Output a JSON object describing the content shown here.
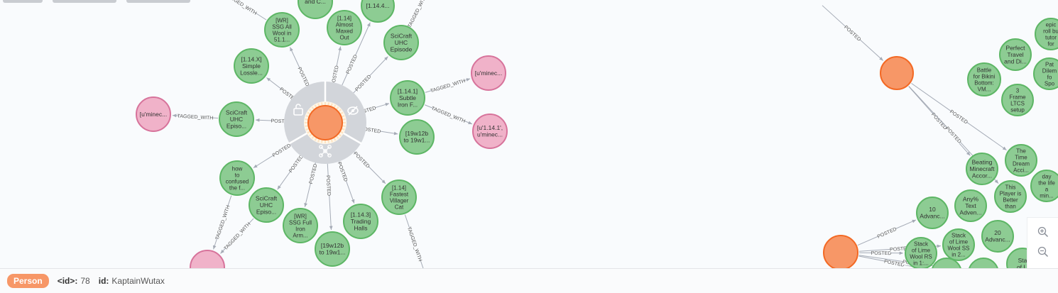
{
  "colors": {
    "person": "#f79767",
    "person_border": "#f36924",
    "video": "#8dcc93",
    "video_border": "#5db665",
    "tag": "#f0b2c9",
    "tag_border": "#d7739b",
    "edge": "#a5abb6",
    "ring": "#d2d5da",
    "selection_halo": "#fce4c4"
  },
  "status": {
    "label": "Person",
    "id_key": "<id>:",
    "id_value": "78",
    "prop_key": "id:",
    "prop_value": "KaptainWutax"
  },
  "icons": {
    "zoom_in": "zoom-in-icon",
    "zoom_out": "zoom-out-icon",
    "lock": "unlock-icon",
    "expand": "eye-slash-icon",
    "relations": "share-nodes-icon"
  },
  "nodes": [
    {
      "key": "p1",
      "kind": "person",
      "lines": []
    },
    {
      "key": "p2",
      "kind": "person",
      "lines": []
    },
    {
      "key": "p3",
      "kind": "person",
      "lines": []
    },
    {
      "key": "v_top1",
      "kind": "video",
      "lines": [
        "and C..."
      ]
    },
    {
      "key": "v_wr1",
      "kind": "video",
      "lines": [
        "[WR]",
        "SSG All",
        "Wool in",
        "51.1..."
      ]
    },
    {
      "key": "v_maxed",
      "kind": "video",
      "lines": [
        "[1.14]",
        "Almost",
        "Maxed",
        "Out"
      ]
    },
    {
      "key": "v_top2",
      "kind": "video",
      "lines": [
        "[1.14.4..."
      ]
    },
    {
      "key": "v_sc1",
      "kind": "video",
      "lines": [
        "SciCraft",
        "UHC",
        "Episode"
      ]
    },
    {
      "key": "v_lossle",
      "kind": "video",
      "lines": [
        "[1.14.X]",
        "Simple",
        "Lossle..."
      ]
    },
    {
      "key": "v_sc2",
      "kind": "video",
      "lines": [
        "SciCraft",
        "UHC",
        "Episo..."
      ]
    },
    {
      "key": "v_subtle",
      "kind": "video",
      "lines": [
        "[1.14.1]",
        "Subtle",
        "Iron F..."
      ]
    },
    {
      "key": "v_19w1",
      "kind": "video",
      "lines": [
        "[19w12b",
        "to 19w1..."
      ]
    },
    {
      "key": "v_howto",
      "kind": "video",
      "lines": [
        "how",
        "to",
        "confused",
        "the f..."
      ]
    },
    {
      "key": "v_sc3",
      "kind": "video",
      "lines": [
        "SciCraft",
        "UHC",
        "Episo..."
      ]
    },
    {
      "key": "v_wr2",
      "kind": "video",
      "lines": [
        "[WR]",
        "SSG Full",
        "Iron",
        "Arm..."
      ]
    },
    {
      "key": "v_19w2",
      "kind": "video",
      "lines": [
        "[19w12b",
        "to 19w1..."
      ]
    },
    {
      "key": "v_trading",
      "kind": "video",
      "lines": [
        "[1.14.3]",
        "Trading",
        "Halls"
      ]
    },
    {
      "key": "v_villager",
      "kind": "video",
      "lines": [
        "[1.14]",
        "Fastest",
        "Villager",
        "Cat"
      ]
    },
    {
      "key": "t1",
      "kind": "tag",
      "lines": [
        "[u'minec..."
      ]
    },
    {
      "key": "t2",
      "kind": "tag",
      "lines": [
        "[u'minec..."
      ]
    },
    {
      "key": "t3",
      "kind": "tag",
      "lines": [
        "[u'1.14.1',",
        "u'minec..."
      ]
    },
    {
      "key": "t4",
      "kind": "tag",
      "lines": []
    },
    {
      "key": "r_epic",
      "kind": "video",
      "lines": [
        "epic",
        "roll bu",
        "tutor",
        "for"
      ]
    },
    {
      "key": "r_perfect",
      "kind": "video",
      "lines": [
        "Perfect",
        "Travel",
        "and Di..."
      ]
    },
    {
      "key": "r_bikini",
      "kind": "video",
      "lines": [
        "Battle",
        "for Bikini",
        "Bottom:",
        "VM..."
      ]
    },
    {
      "key": "r_pat",
      "kind": "video",
      "lines": [
        "Pat",
        "Dilem",
        "fo",
        "Spo"
      ]
    },
    {
      "key": "r_frame",
      "kind": "video",
      "lines": [
        "3",
        "Frame",
        "LTCS",
        "setup"
      ]
    },
    {
      "key": "r_time",
      "kind": "video",
      "lines": [
        "The",
        "Time",
        "Dream",
        "Acci..."
      ]
    },
    {
      "key": "r_beating",
      "kind": "video",
      "lines": [
        "Beating",
        "Minecraft",
        "Accor..."
      ]
    },
    {
      "key": "r_day",
      "kind": "video",
      "lines": [
        "day",
        "the life",
        "a",
        "min..."
      ]
    },
    {
      "key": "r_player",
      "kind": "video",
      "lines": [
        "This",
        "Player is",
        "Better",
        "than"
      ]
    },
    {
      "key": "r_anytext",
      "kind": "video",
      "lines": [
        "Any%",
        "Text",
        "Adven..."
      ]
    },
    {
      "key": "r_10adv",
      "kind": "video",
      "lines": [
        "10",
        "Advanc..."
      ]
    },
    {
      "key": "r_20adv",
      "kind": "video",
      "lines": [
        "20",
        "Advanc..."
      ]
    },
    {
      "key": "r_lime1",
      "kind": "video",
      "lines": [
        "Stack",
        "of Lime",
        "Wool SS",
        "in 2..."
      ]
    },
    {
      "key": "r_lime2",
      "kind": "video",
      "lines": [
        "Stack",
        "of Lime",
        "Wool RS",
        "in 1:..."
      ]
    },
    {
      "key": "r_sta",
      "kind": "video",
      "lines": [
        "Sta",
        "of Li"
      ]
    },
    {
      "key": "r_b1",
      "kind": "video",
      "lines": []
    },
    {
      "key": "r_b2",
      "kind": "video",
      "lines": []
    }
  ],
  "edges": [
    {
      "from": "p1",
      "to": "v_wr1",
      "label": "POSTED"
    },
    {
      "from": "p1",
      "to": "v_maxed",
      "label": "POSTED"
    },
    {
      "from": "p1",
      "to": "v_top2",
      "label": "POSTED"
    },
    {
      "from": "p1",
      "to": "v_sc1",
      "label": "POSTED"
    },
    {
      "from": "p1",
      "to": "v_lossle",
      "label": "POSTED"
    },
    {
      "from": "p1",
      "to": "v_sc2",
      "label": "POSTED"
    },
    {
      "from": "p1",
      "to": "v_subtle",
      "label": "POSTED"
    },
    {
      "from": "p1",
      "to": "v_19w1",
      "label": "POSTED"
    },
    {
      "from": "p1",
      "to": "v_howto",
      "label": "POSTED"
    },
    {
      "from": "p1",
      "to": "v_sc3",
      "label": "POSTED"
    },
    {
      "from": "p1",
      "to": "v_wr2",
      "label": "POSTED"
    },
    {
      "from": "p1",
      "to": "v_19w2",
      "label": "POSTED"
    },
    {
      "from": "p1",
      "to": "v_trading",
      "label": "POSTED"
    },
    {
      "from": "p1",
      "to": "v_villager",
      "label": "POSTED"
    },
    {
      "from": "v_sc2",
      "to": "t1",
      "label": "TAGGED_WITH"
    },
    {
      "from": "v_subtle",
      "to": "t2",
      "label": "TAGGED_WITH"
    },
    {
      "from": "v_subtle",
      "to": "t3",
      "label": "TAGGED_WITH"
    },
    {
      "from": "v_howto",
      "to": "t4",
      "label": "TAGGED_WITH"
    },
    {
      "from": "v_sc3",
      "to": "t4",
      "label": "TAGGED_WITH"
    },
    {
      "from": "v_villager",
      "to": "x_bottom",
      "label": "TAGGED_WITH"
    },
    {
      "from": "v_wr1",
      "to": "x_top",
      "label": "TAGGED_WITH"
    },
    {
      "from": "v_sc1",
      "to": "x_top2",
      "label": "TAGGED_WITH"
    },
    {
      "from": "p2",
      "to": "r_beating",
      "label": "POSTED"
    },
    {
      "from": "p2",
      "to": "r_time",
      "label": "POSTED"
    },
    {
      "from": "p2",
      "to": "r_player",
      "label": "POSTED"
    },
    {
      "from": "p3",
      "to": "r_10adv",
      "label": "POSTED"
    },
    {
      "from": "p3",
      "to": "r_lime2",
      "label": "POSTED"
    },
    {
      "from": "p3",
      "to": "r_lime1",
      "label": "POSTED"
    },
    {
      "from": "p3",
      "to": "r_b1",
      "label": "POSTED"
    },
    {
      "from": "p3",
      "to": "r_b2",
      "label": "POSTED"
    },
    {
      "from": "x_person_top",
      "to": "p2",
      "label": "POSTED"
    }
  ]
}
